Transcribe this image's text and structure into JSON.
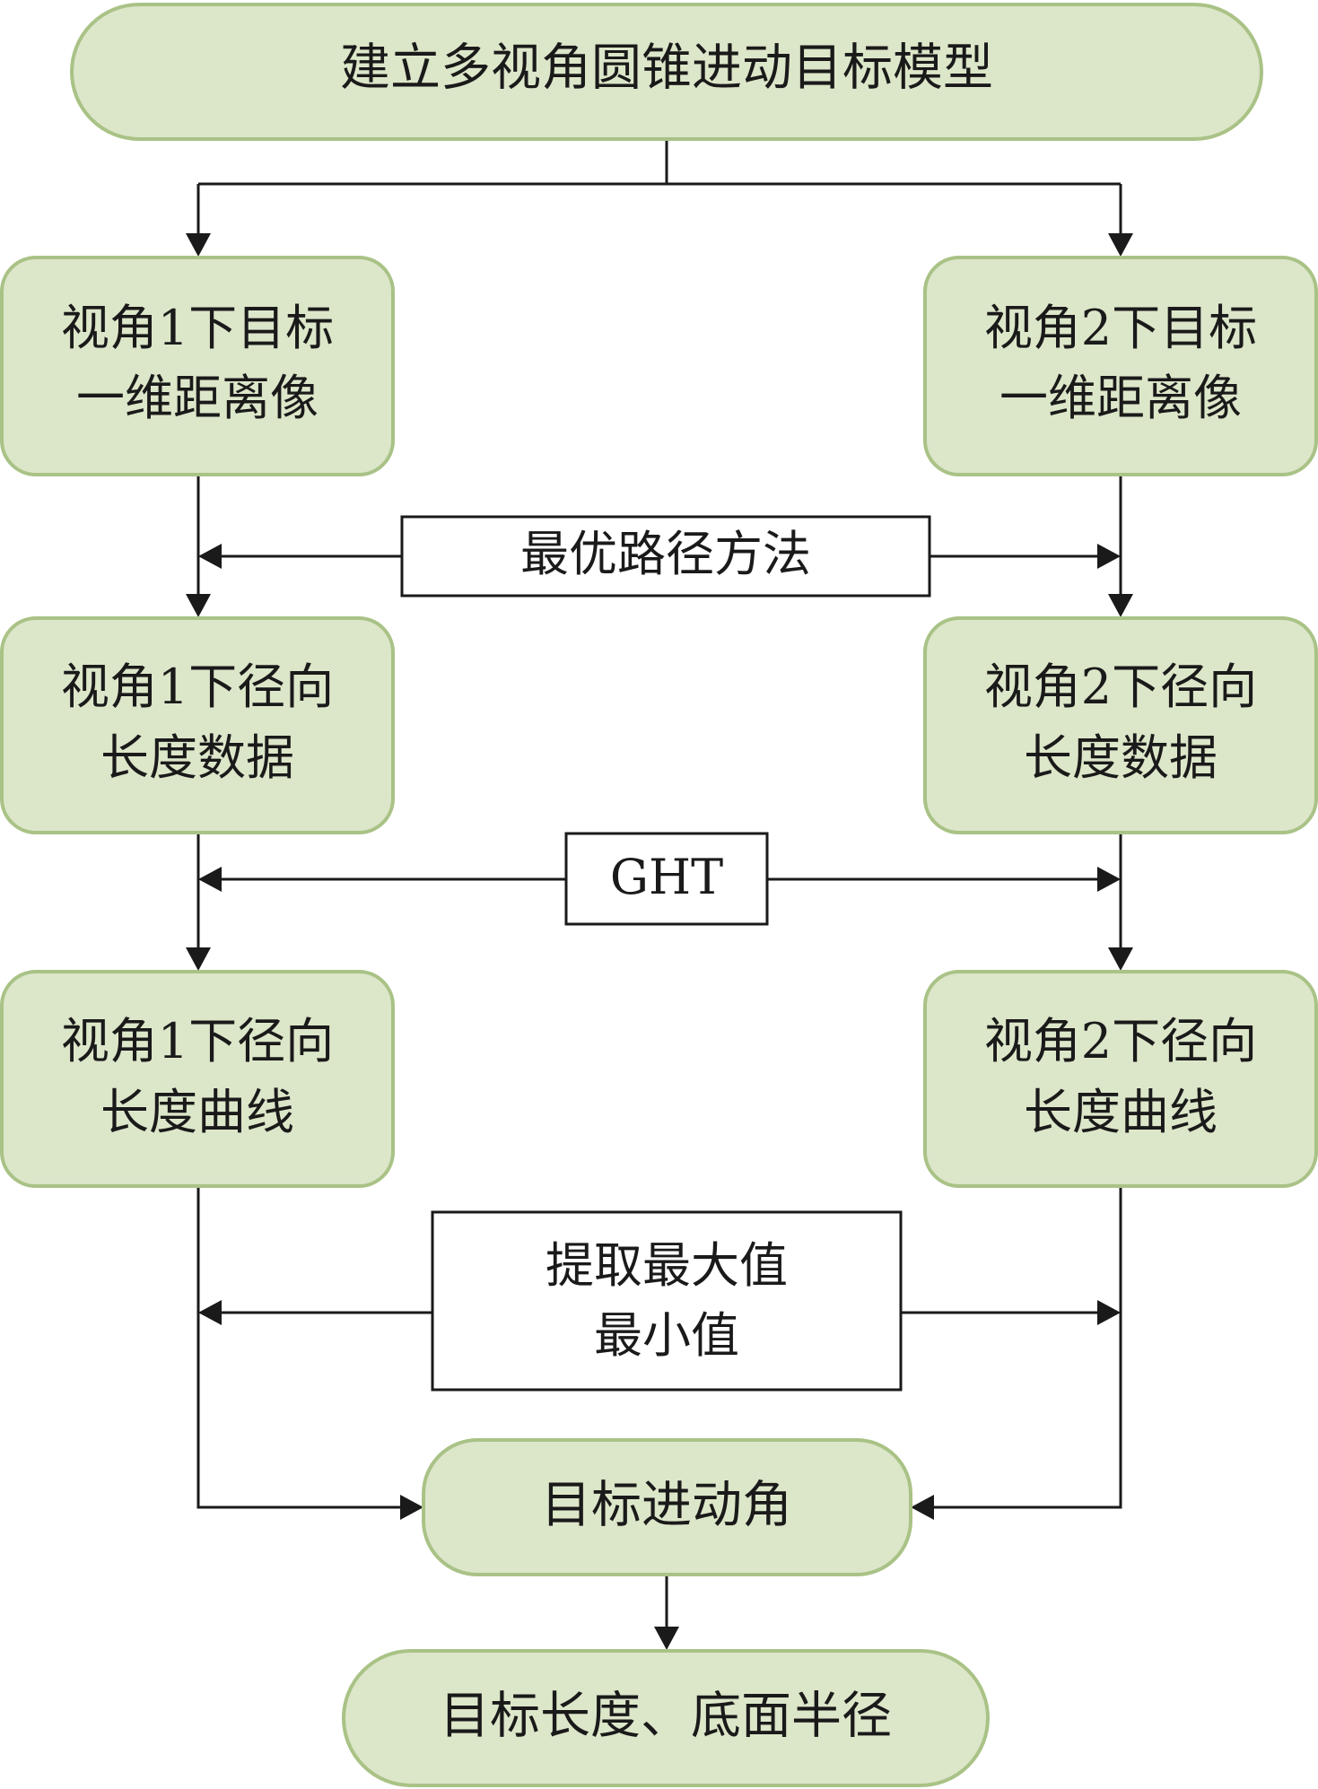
{
  "nodes": {
    "start": {
      "text": "建立多视角圆锥进动目标模型"
    },
    "range_profile_1": {
      "line1": "视角1下目标",
      "line2": "一维距离像"
    },
    "range_profile_2": {
      "line1": "视角2下目标",
      "line2": "一维距离像"
    },
    "radial_data_1": {
      "line1": "视角1下径向",
      "line2": "长度数据"
    },
    "radial_data_2": {
      "line1": "视角2下径向",
      "line2": "长度数据"
    },
    "radial_curve_1": {
      "line1": "视角1下径向",
      "line2": "长度曲线"
    },
    "radial_curve_2": {
      "line1": "视角2下径向",
      "line2": "长度曲线"
    },
    "precession_angle": {
      "text": "目标进动角"
    },
    "result": {
      "text": "目标长度、底面半径"
    }
  },
  "methods": {
    "optimal_path": {
      "text": "最优路径方法"
    },
    "ght": {
      "text": "GHT"
    },
    "extract_extrema": {
      "line1": "提取最大值",
      "line2": "最小值"
    }
  },
  "colors": {
    "node_fill": "#dce6c9",
    "node_border": "#a9c286",
    "method_fill": "#ffffff",
    "line": "#1a1a1a"
  }
}
